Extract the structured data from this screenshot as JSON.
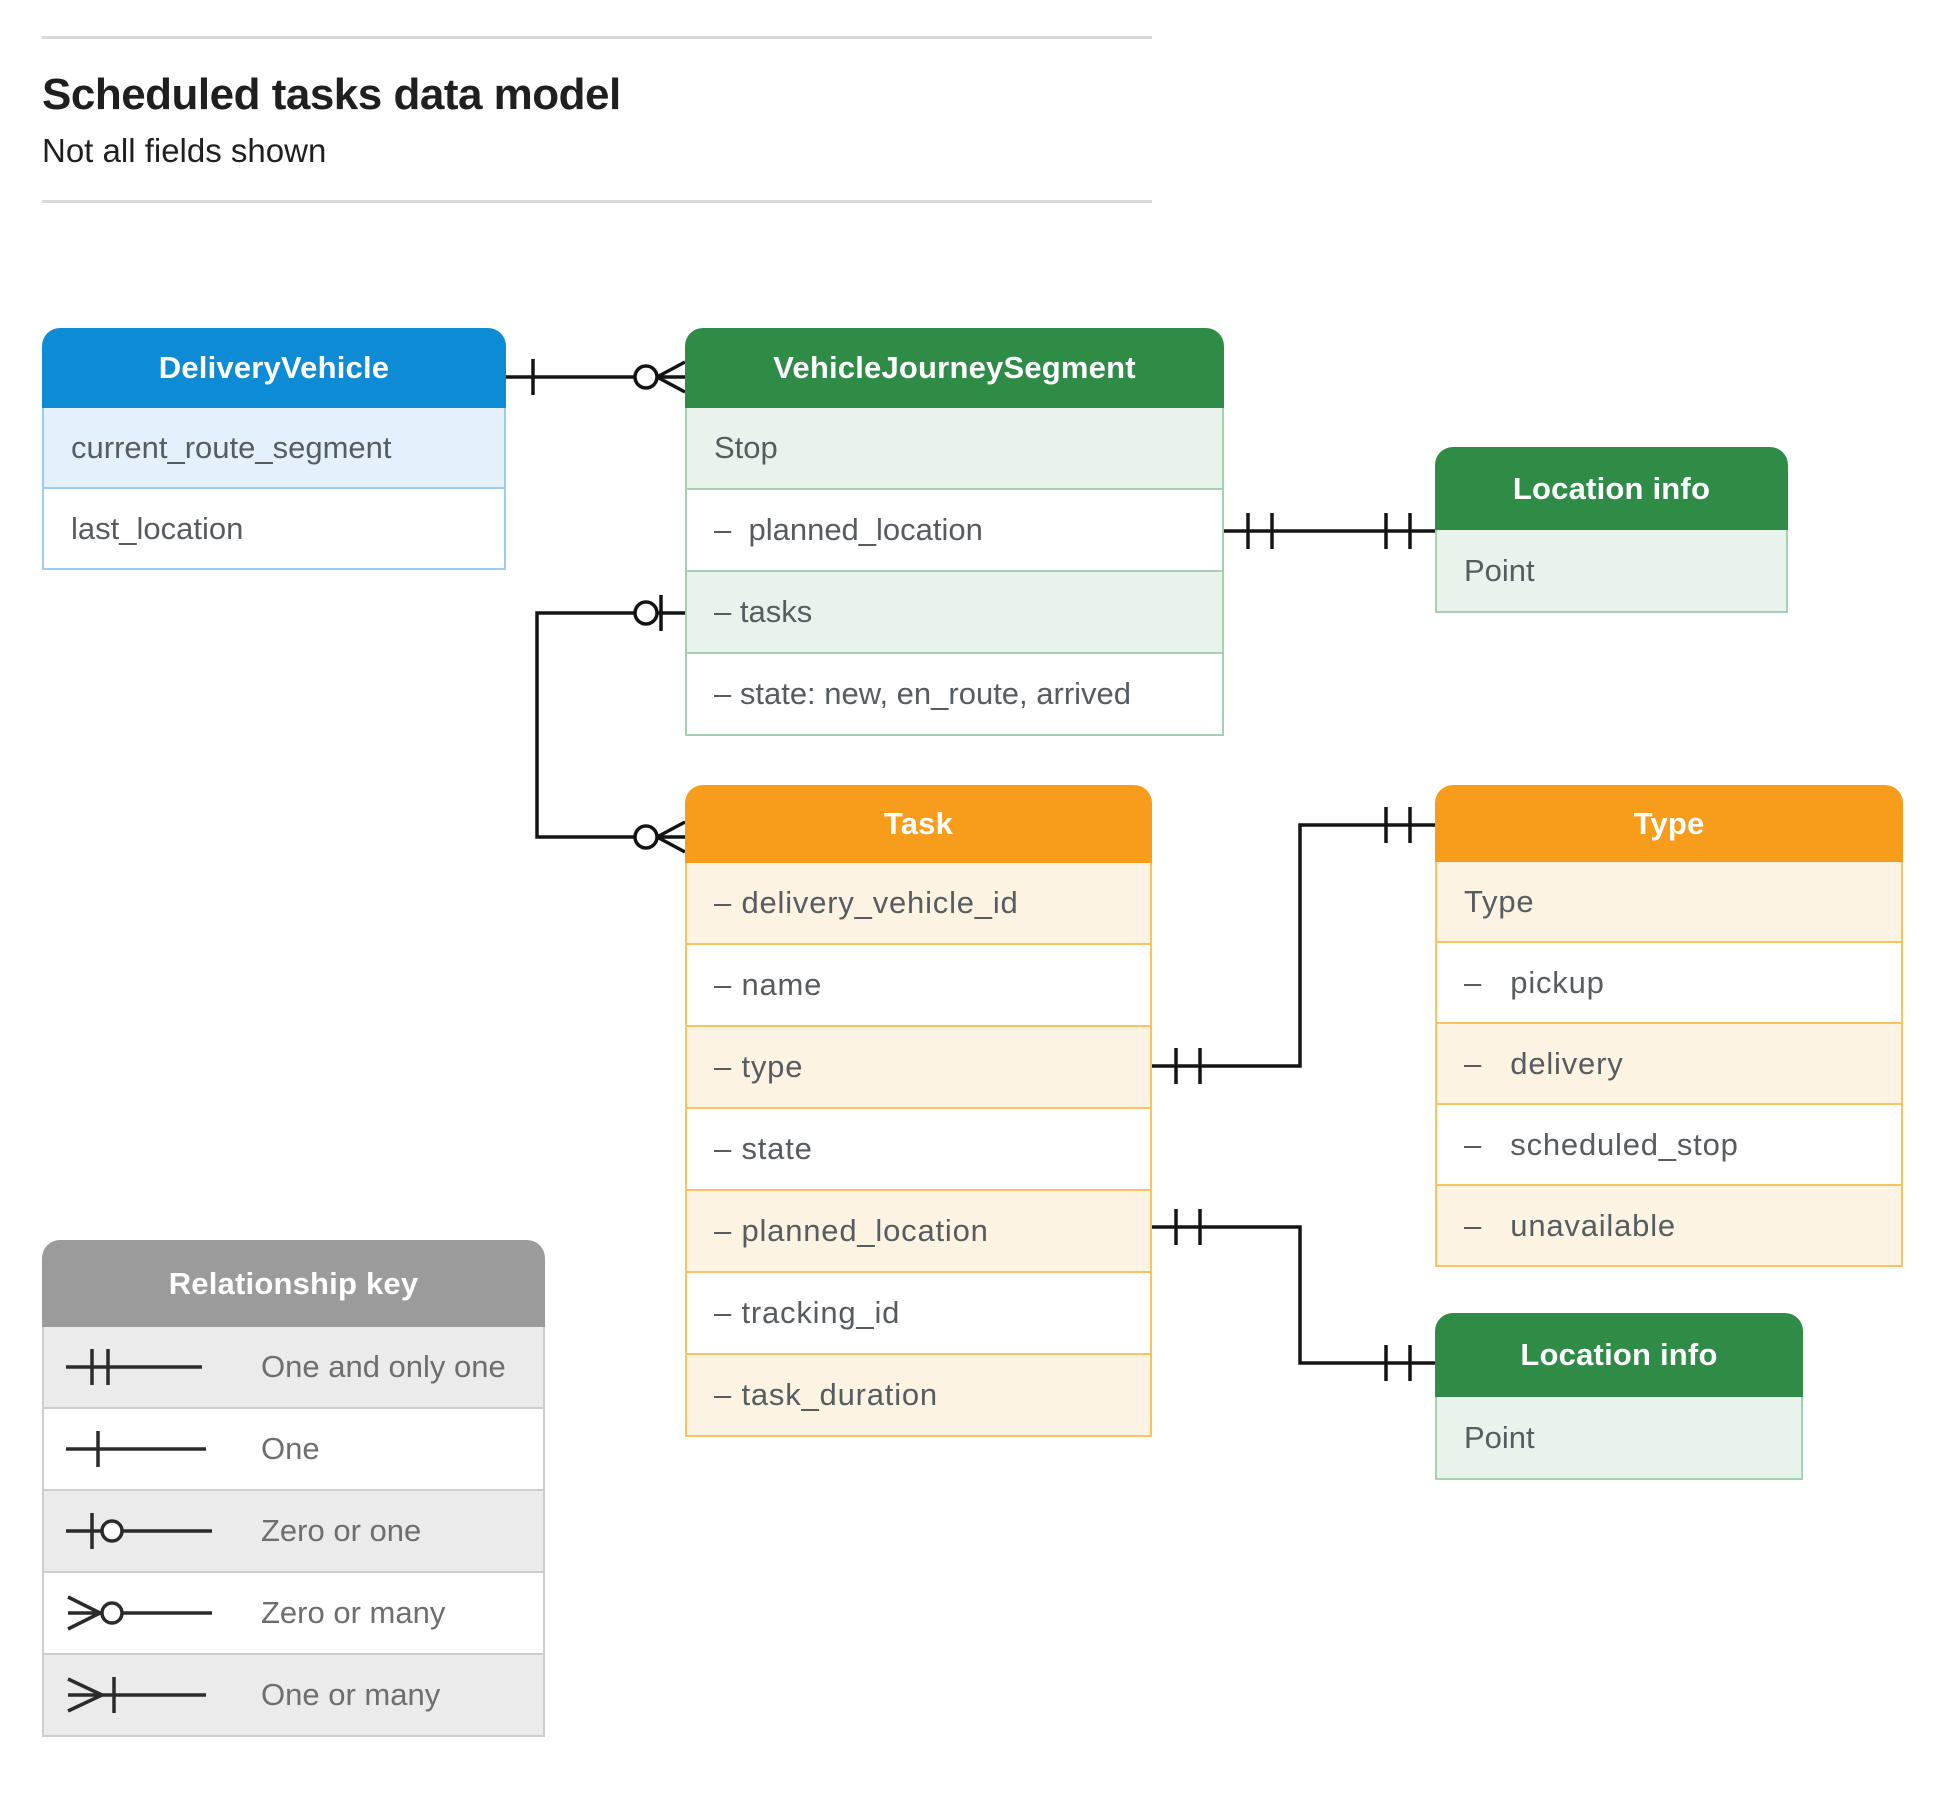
{
  "header": {
    "title": "Scheduled tasks data model",
    "subtitle": "Not all fields shown"
  },
  "entities": {
    "delivery_vehicle": {
      "title": "DeliveryVehicle",
      "rows": [
        "current_route_segment",
        "last_location"
      ]
    },
    "vehicle_journey_segment": {
      "title": "VehicleJourneySegment",
      "rows": [
        "Stop",
        "–  planned_location",
        "– tasks",
        "– state: new, en_route, arrived"
      ]
    },
    "location_info_top": {
      "title": "Location info",
      "rows": [
        "Point"
      ]
    },
    "task": {
      "title": "Task",
      "rows": [
        "– delivery_vehicle_id",
        "– name",
        "– type",
        "– state",
        "– planned_location",
        "– tracking_id",
        "– task_duration"
      ]
    },
    "type": {
      "title": "Type",
      "rows": [
        "Type",
        "–   pickup",
        "–   delivery",
        "–   scheduled_stop",
        "–   unavailable"
      ]
    },
    "location_info_bottom": {
      "title": "Location info",
      "rows": [
        "Point"
      ]
    }
  },
  "legend": {
    "title": "Relationship key",
    "items": [
      {
        "icon": "one-and-only-one-symbol",
        "label": "One and only one"
      },
      {
        "icon": "one-symbol",
        "label": "One"
      },
      {
        "icon": "zero-or-one-symbol",
        "label": "Zero or one"
      },
      {
        "icon": "zero-or-many-symbol",
        "label": "Zero or many"
      },
      {
        "icon": "one-or-many-symbol",
        "label": "One or many"
      }
    ]
  },
  "connections": [
    {
      "end_a": "DeliveryVehicle",
      "symbol_a": "one",
      "end_b": "VehicleJourneySegment",
      "symbol_b": "zero-or-many"
    },
    {
      "end_a": "VehicleJourneySegment.tasks",
      "symbol_a": "zero-or-one",
      "end_b": "Task",
      "symbol_b": "zero-or-many"
    },
    {
      "end_a": "VehicleJourneySegment.planned_location",
      "symbol_a": "one-and-only-one",
      "end_b": "Location info",
      "symbol_b": "one-and-only-one"
    },
    {
      "end_a": "Task.type",
      "symbol_a": "one-and-only-one",
      "end_b": "Type",
      "symbol_b": "one-and-only-one"
    },
    {
      "end_a": "Task.planned_location",
      "symbol_a": "one-and-only-one",
      "end_b": "Location info",
      "symbol_b": "one-and-only-one"
    }
  ],
  "colors": {
    "blue_header": "#0d8bd4",
    "blue_row": "#e4f1fc",
    "blue_border": "#9fcbee",
    "green_header": "#2e8c47",
    "green_row": "#e8f3eb",
    "green_border": "#a4d2b0",
    "orange_header": "#f89c1c",
    "orange_row": "#fdf3e2",
    "orange_border": "#f9c35f",
    "gray_header": "#9b9b9b",
    "gray_row": "#ebebeb",
    "gray_border": "#cdcdcd",
    "field_text": "#575c61",
    "title_text": "#1f1f1f",
    "connector": "#141414",
    "rule": "#d8d8d8"
  }
}
